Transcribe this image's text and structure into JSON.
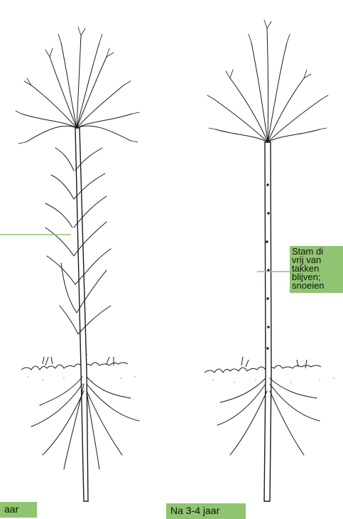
{
  "colors": {
    "label_bg": "#8fc470",
    "leader": "#8fc470",
    "ink": "#1a1a1a"
  },
  "label_right": {
    "lines": [
      "Stam di",
      "vrij van",
      "takken",
      "blijven;",
      "snoeien"
    ]
  },
  "caption_left": "aar",
  "caption_right": "Na 3-4 jaar"
}
